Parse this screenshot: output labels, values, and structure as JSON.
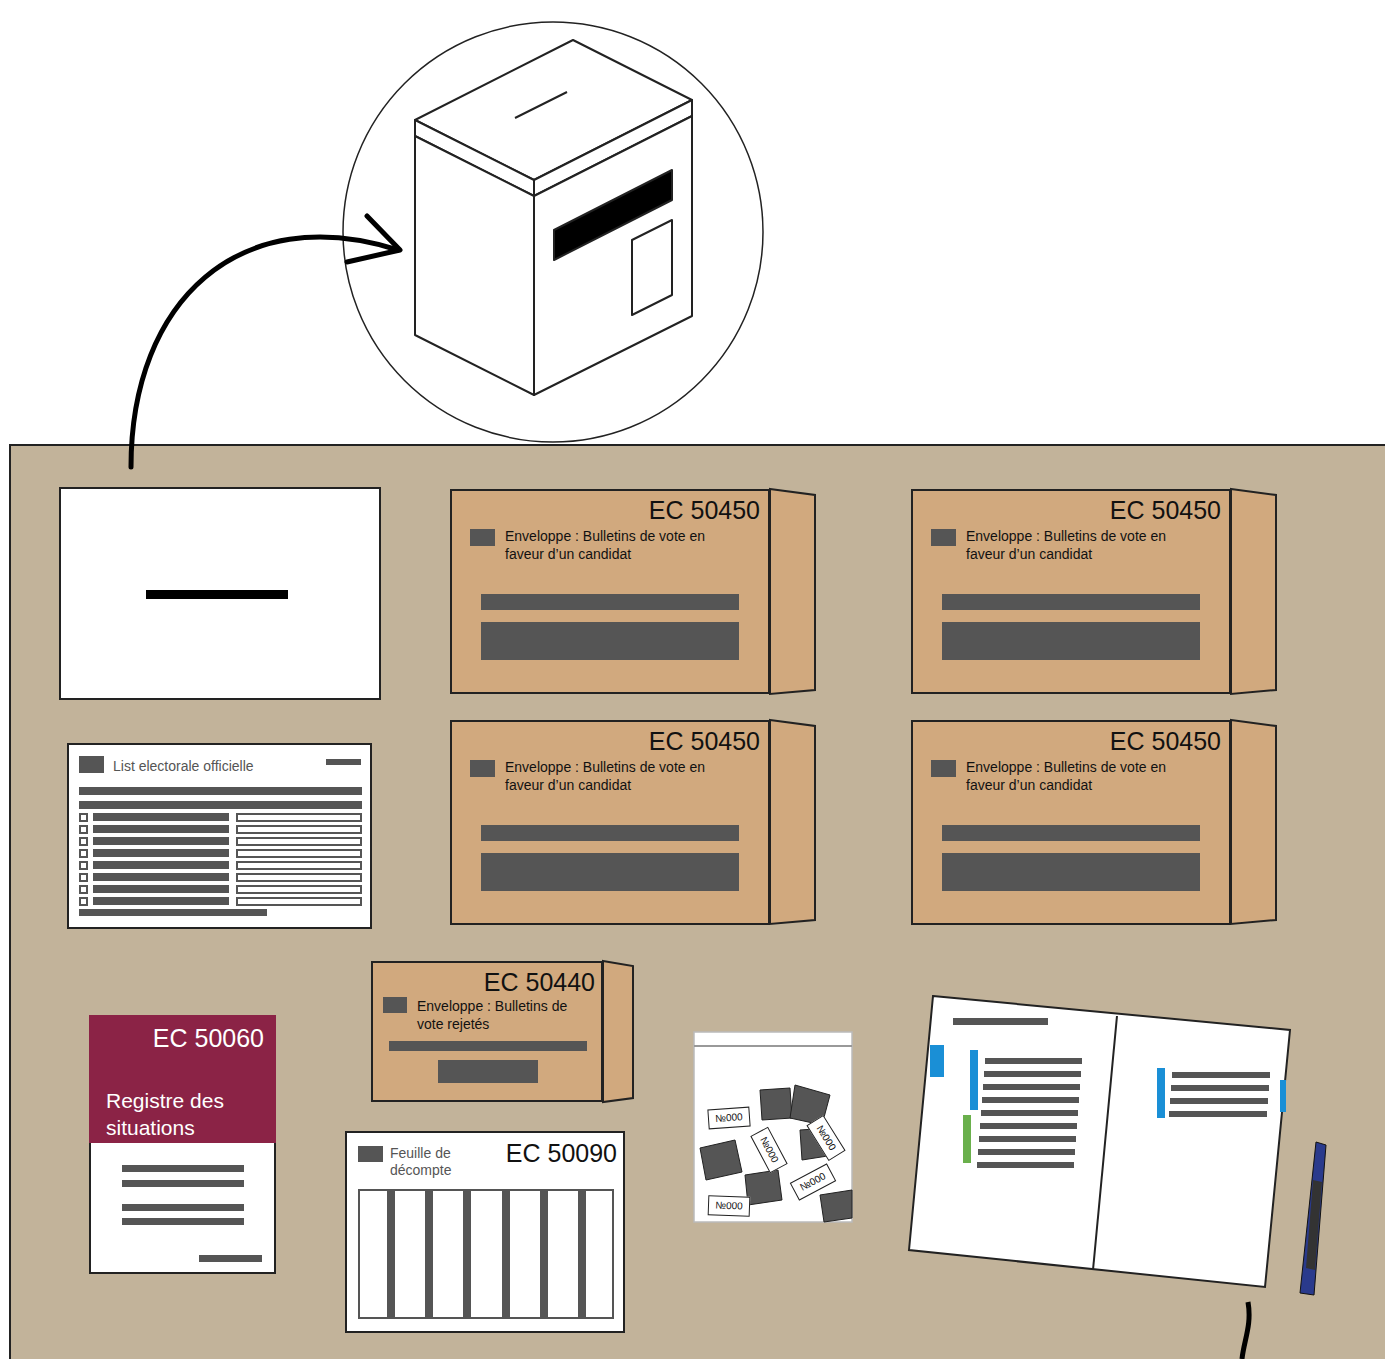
{
  "diagram": {
    "nodes": [
      {
        "text": [
          "EC 50450",
          "Enveloppe : Bulletins de vote en faveur d’un candidat"
        ]
      },
      {
        "text": [
          "EC 50450",
          "Enveloppe : Bulletins de vote en faveur d’un candidat"
        ]
      },
      {
        "text": [
          "List electorale officielle"
        ]
      },
      {
        "text": [
          "EC 50450",
          "Enveloppe : Bulletins de vote en faveur d’un candidat"
        ]
      },
      {
        "text": [
          "EC 50450",
          "Enveloppe : Bulletins de vote en faveur d’un candidat"
        ]
      },
      {
        "text": [
          "EC 50440",
          "Enveloppe : Bulletins de vote rejetés"
        ]
      },
      {
        "text": [
          "EC 50060",
          "Registre des situations"
        ]
      },
      {
        "text": [
          "Feuille de décompte",
          "EC 50090"
        ]
      }
    ],
    "labels": [
      "№000",
      "№000",
      "№000",
      "№000",
      "№000"
    ]
  }
}
